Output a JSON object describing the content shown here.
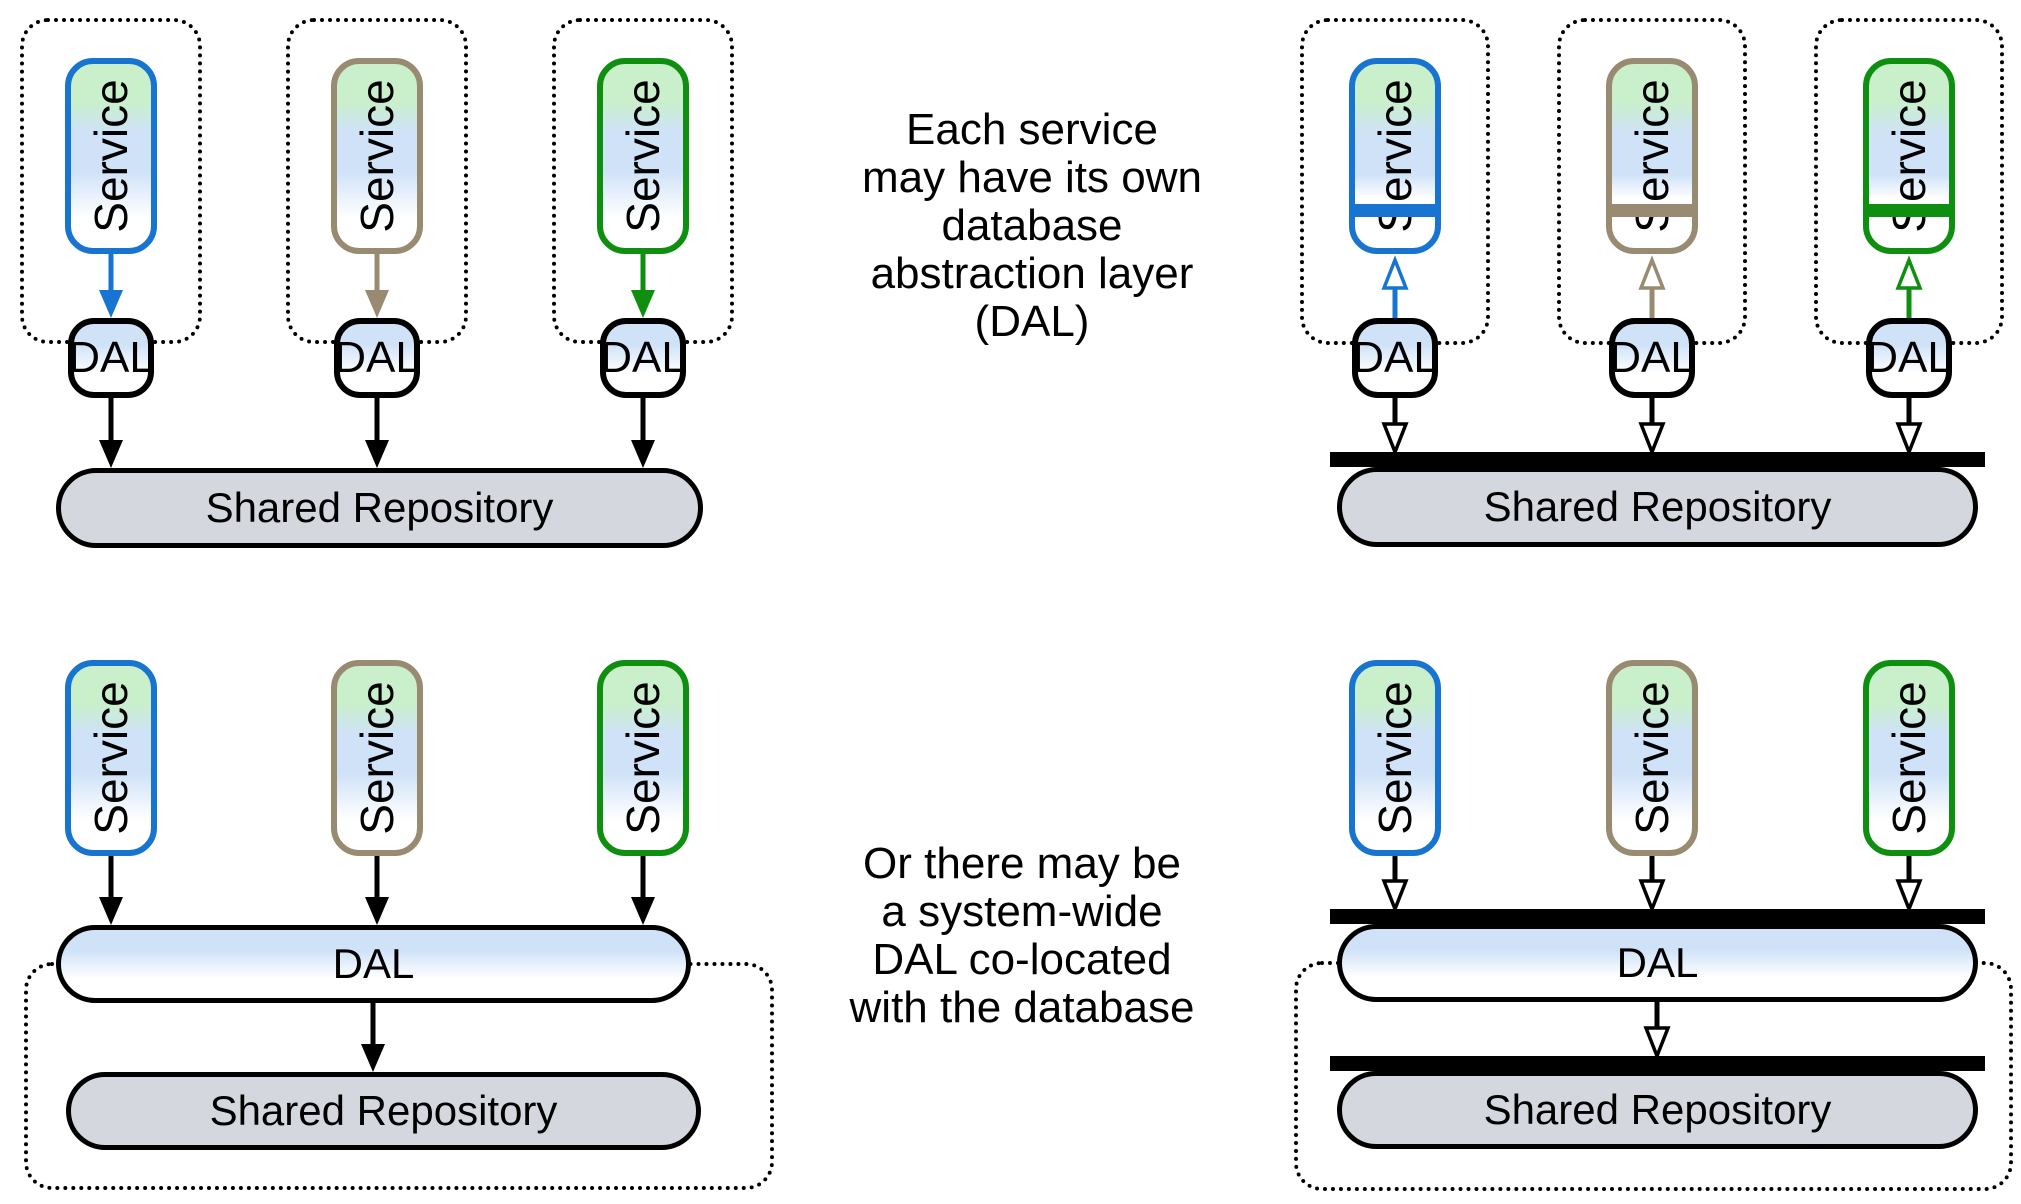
{
  "labels": {
    "service": "Service",
    "dal": "DAL",
    "repository": "Shared Repository"
  },
  "captions": {
    "top": [
      "Each service",
      "may have its own",
      "database",
      "abstraction layer",
      "(DAL)"
    ],
    "bottom": [
      "Or there may be",
      "a system-wide",
      "DAL co-located",
      "with the database"
    ]
  },
  "colors": {
    "service-blue": "#1874d1",
    "service-tan": "#998b71",
    "service-green": "#0f8f10",
    "gradient-green": "#c9f0ca",
    "gradient-blue": "#cfe2f8",
    "repo-fill": "#d4d8de",
    "ink": "#000000"
  }
}
